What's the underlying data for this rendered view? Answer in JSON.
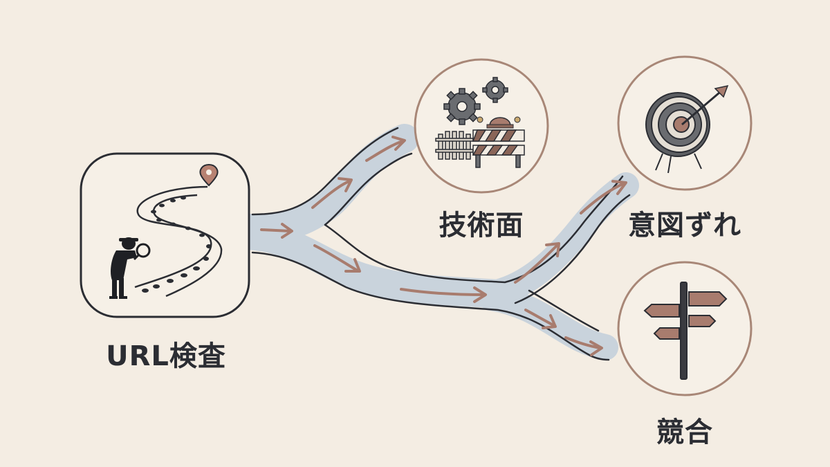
{
  "source": {
    "label": "URL検査"
  },
  "branches": [
    {
      "id": "tech",
      "label": "技術面",
      "icon": "gears-barricade-icon"
    },
    {
      "id": "intent",
      "label": "意図ずれ",
      "icon": "target-arrow-icon"
    },
    {
      "id": "competition",
      "label": "競合",
      "icon": "signpost-icon"
    }
  ],
  "colors": {
    "background": "#f4ede3",
    "ink": "#2b2d33",
    "ring": "#a88777",
    "stream": "#c9d3dc",
    "arrow": "#a87c6e"
  }
}
